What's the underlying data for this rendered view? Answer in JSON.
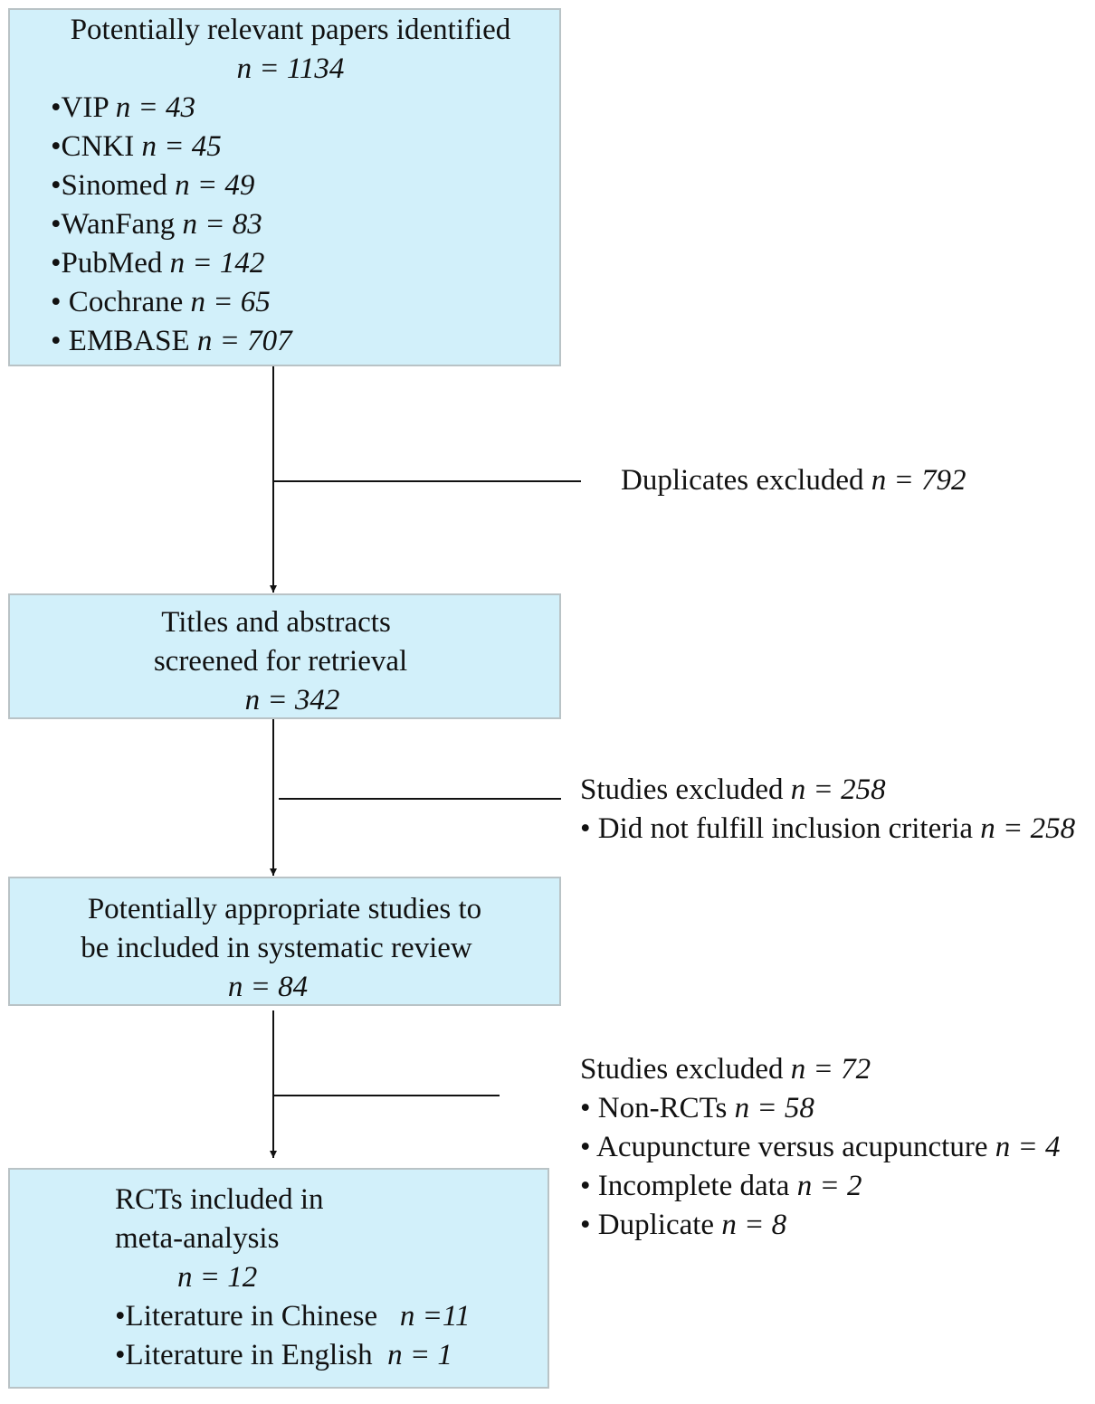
{
  "identified": {
    "title": "Potentially relevant papers identified",
    "total": "n = 1134",
    "sources": [
      {
        "prefix": "•VIP ",
        "n": "n = 43"
      },
      {
        "prefix": "•CNKI ",
        "n": "n = 45"
      },
      {
        "prefix": "•Sinomed ",
        "n": "n = 49"
      },
      {
        "prefix": "•WanFang ",
        "n": "n = 83"
      },
      {
        "prefix": "•PubMed ",
        "n": "n = 142"
      },
      {
        "prefix": "• Cochrane ",
        "n": "n = 65"
      },
      {
        "prefix": "• EMBASE ",
        "n": "n = 707"
      }
    ]
  },
  "duplicates": {
    "label": "Duplicates excluded ",
    "n": "n = 792"
  },
  "screened": {
    "line1": "Titles and abstracts",
    "line2": "screened for retrieval",
    "n": "n = 342"
  },
  "excluded1": {
    "label": "Studies excluded ",
    "n": "n = 258",
    "items": [
      {
        "prefix": "• Did not fulfill inclusion criteria ",
        "n": "n = 258"
      }
    ]
  },
  "appropriate": {
    "line1": "Potentially appropriate studies to",
    "line2": "be included in systematic review",
    "n": "n = 84"
  },
  "excluded2": {
    "label": "Studies excluded ",
    "n": "n = 72",
    "items": [
      {
        "prefix": "• Non-RCTs ",
        "n": "n = 58"
      },
      {
        "prefix": "• Acupuncture versus acupuncture ",
        "n": "n = 4"
      },
      {
        "prefix": "• Incomplete data ",
        "n": "n = 2"
      },
      {
        "prefix": "• Duplicate ",
        "n": "n = 8"
      }
    ]
  },
  "included": {
    "line1": "RCTs included in",
    "line2": "meta-analysis",
    "n": "n = 12",
    "items": [
      {
        "prefix": "•Literature in Chinese   ",
        "n": "n =11"
      },
      {
        "prefix": "•Literature in English  ",
        "n": "n = 1"
      }
    ]
  }
}
